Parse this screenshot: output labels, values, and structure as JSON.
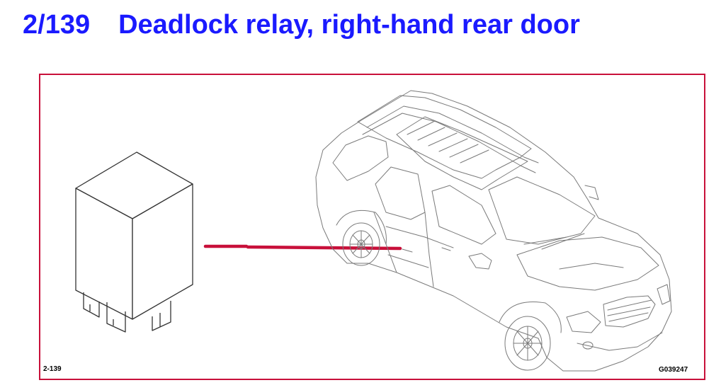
{
  "header": {
    "code": "2/139",
    "title": "Deadlock relay, right-hand rear door"
  },
  "figure": {
    "ref_left": "2-139",
    "ref_right": "G039247",
    "colors": {
      "title": "#1a1aff",
      "frame": "#c8103a",
      "pointer": "#c8103a",
      "lineart": "#666666"
    }
  }
}
